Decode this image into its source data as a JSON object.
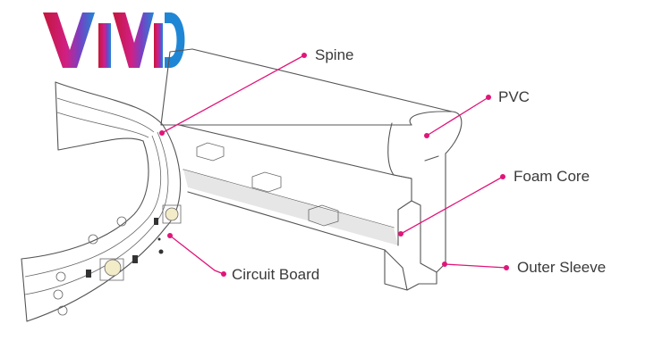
{
  "logo": {
    "text": "VIVID",
    "colors": [
      "#c4163a",
      "#d11f84",
      "#7a3fc2",
      "#1f86d6"
    ]
  },
  "colors": {
    "accent": "#e0157a",
    "line": "#555555",
    "label_text": "#3a3a3a"
  },
  "labels": {
    "spine": "Spine",
    "pvc": "PVC",
    "foam_core": "Foam Core",
    "circuit_board": "Circuit Board",
    "outer_sleeve": "Outer Sleeve"
  }
}
